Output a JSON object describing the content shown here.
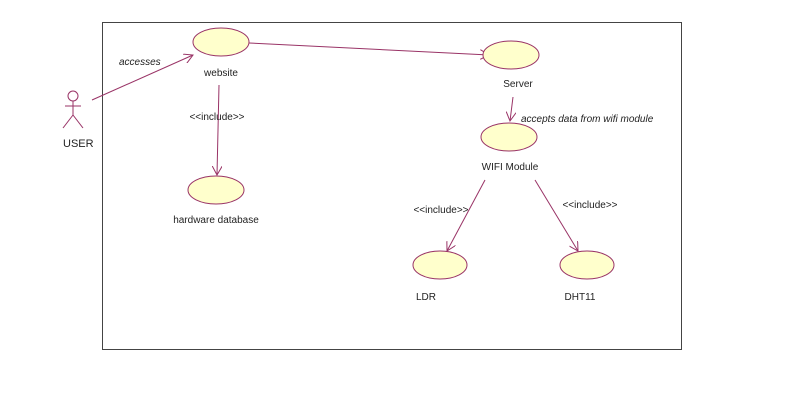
{
  "actor": {
    "label": "USER"
  },
  "use_cases": {
    "website": "website",
    "hardware_database": "hardware database",
    "server": "Server",
    "wifi_module": "WIFI Module",
    "ldr": "LDR",
    "dht11": "DHT11"
  },
  "relations": {
    "accesses": "accesses",
    "include_db": "<<include>>",
    "accepts": "accepts data from wifi module",
    "include_ldr": "<<include>>",
    "include_dht": "<<include>>"
  },
  "colors": {
    "line": "#993366",
    "fill": "#ffffcc",
    "border": "#333333"
  }
}
